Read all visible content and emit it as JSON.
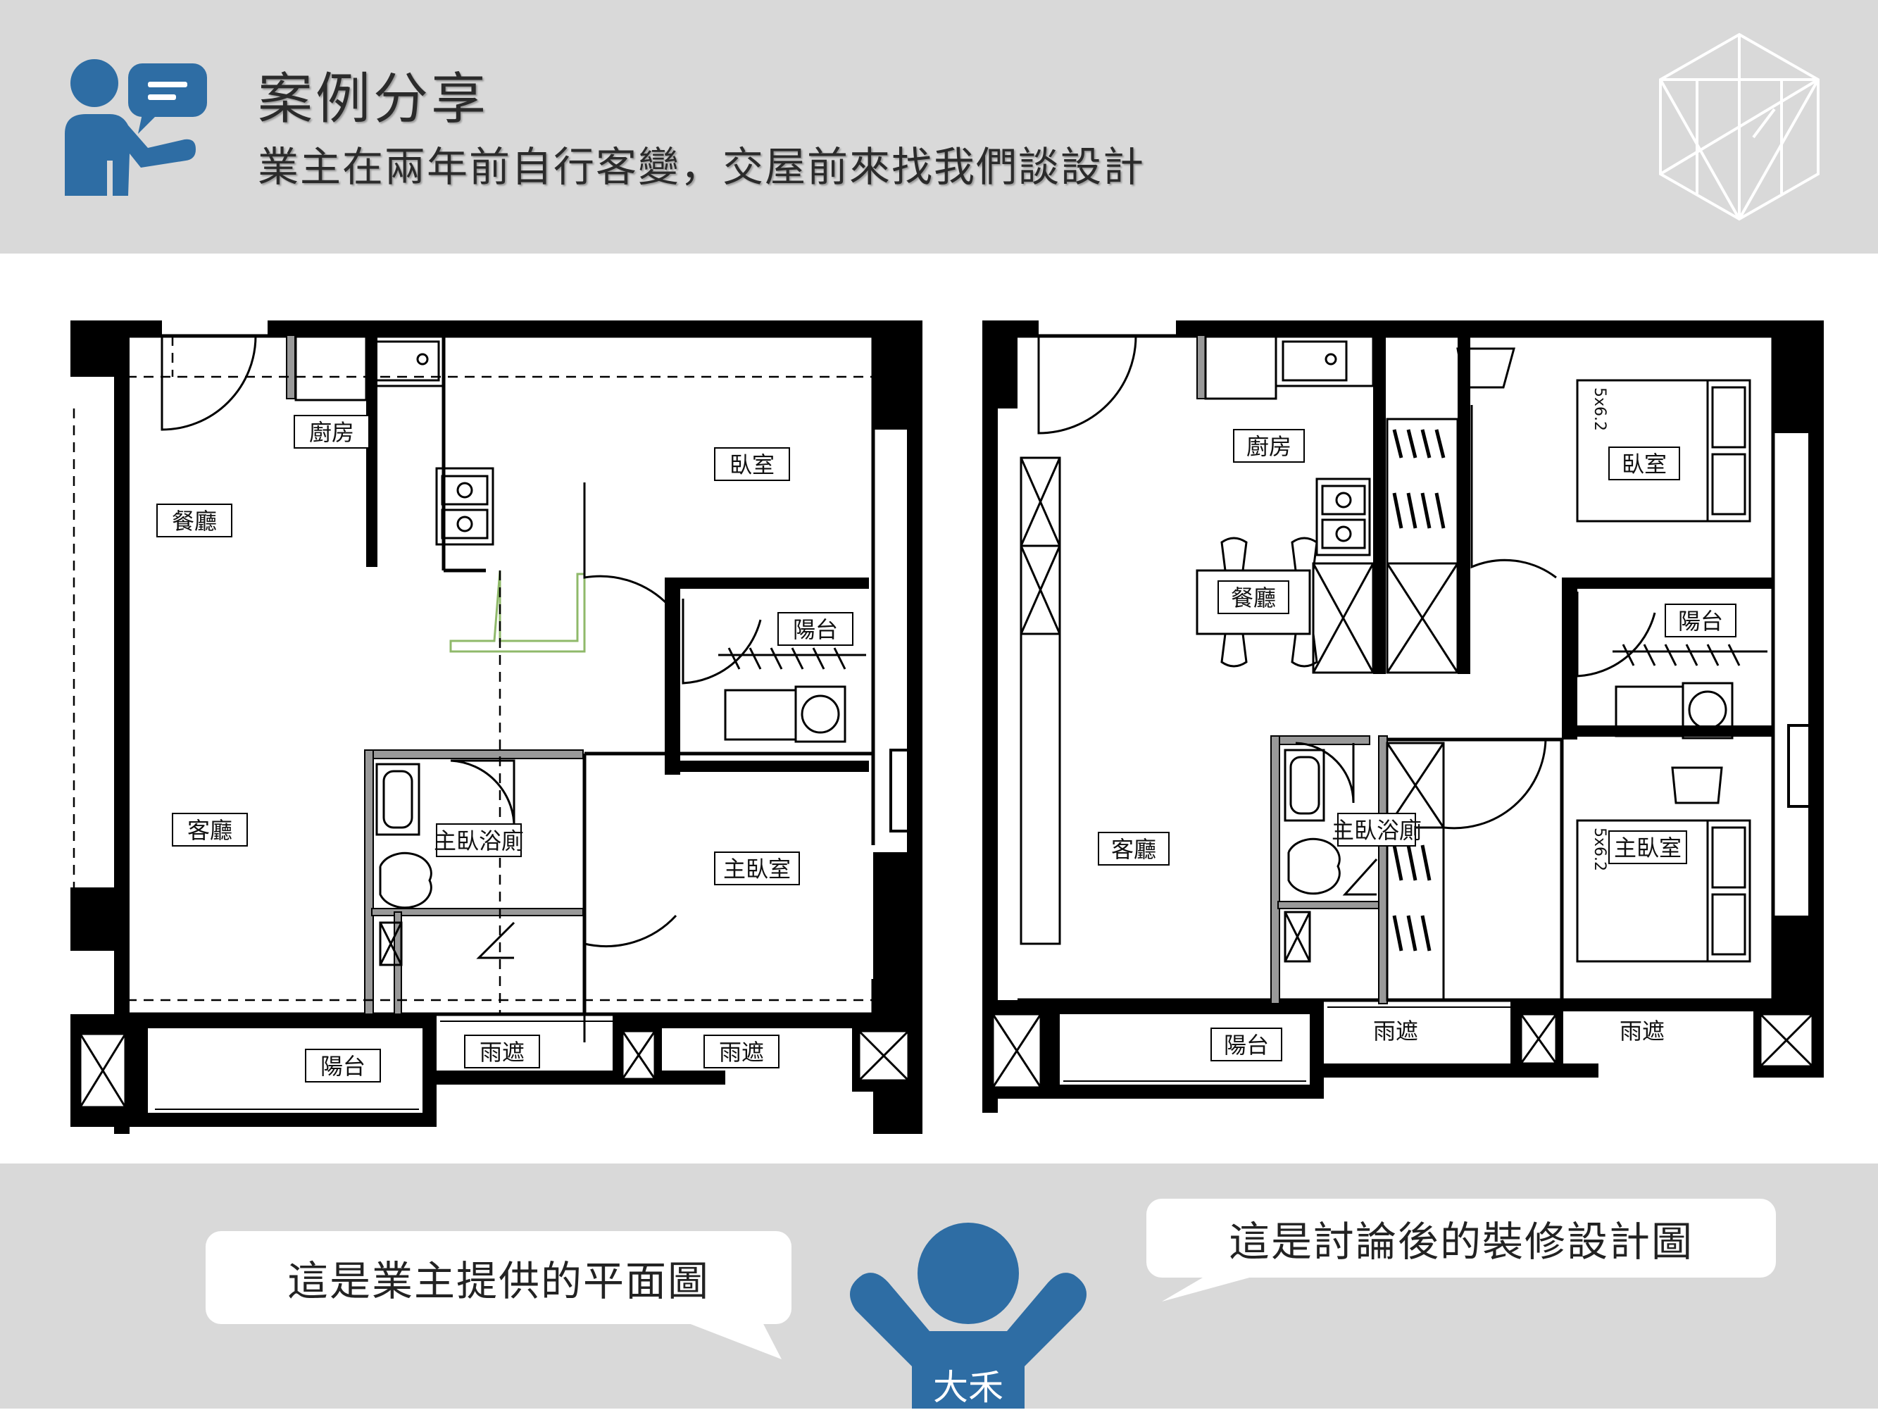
{
  "header": {
    "title": "案例分享",
    "subtitle": "業主在兩年前自行客變，交屋前來找我們談設計"
  },
  "colors": {
    "band": "#d9d9d9",
    "accent": "#2e6da4",
    "wall": "#000000"
  },
  "icons": {
    "speaker": "person-speech-bubble-icon",
    "logo": "hexagon-logo-icon"
  },
  "plan_before": {
    "rooms": {
      "kitchen": "廚房",
      "dining": "餐廳",
      "bedroom": "臥室",
      "balcony_rear": "陽台",
      "living": "客廳",
      "master_bath": "主臥浴廁",
      "master_bedroom": "主臥室",
      "balcony_front": "陽台",
      "canopy_1": "雨遮",
      "canopy_2": "雨遮"
    }
  },
  "plan_after": {
    "rooms": {
      "kitchen": "廚房",
      "dining": "餐廳",
      "bedroom": "臥室",
      "balcony_rear": "陽台",
      "living": "客廳",
      "master_bath": "主臥浴廁",
      "master_bedroom": "主臥室",
      "balcony_front": "陽台",
      "canopy_1": "雨遮",
      "canopy_2": "雨遮",
      "bed_size_1": "5x6.2",
      "bed_size_2": "5x6.2"
    }
  },
  "captions": {
    "left": "這是業主提供的平面圖",
    "right": "這是討論後的裝修設計圖"
  },
  "mascot": {
    "name": "大禾"
  }
}
